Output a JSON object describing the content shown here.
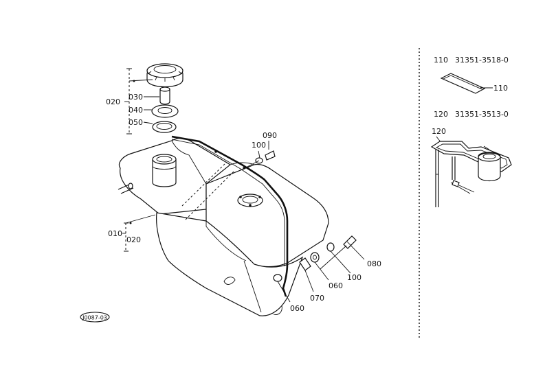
{
  "diagram_code": "J0087-03",
  "callouts": {
    "c010": "010",
    "c020_tank": "020",
    "c020_cap": "020",
    "c030": "030",
    "c040": "040",
    "c050": "050",
    "c090": "090",
    "c100_top": "100",
    "c080": "080",
    "c100_right": "100",
    "c060_right": "060",
    "c070": "070",
    "c060_bottom": "060"
  },
  "side_panel": {
    "item110": {
      "ref": "110",
      "part_number": "31351-3518-0",
      "callout": "110"
    },
    "item120": {
      "ref": "120",
      "part_number": "31351-3513-0",
      "callout": "120"
    }
  }
}
